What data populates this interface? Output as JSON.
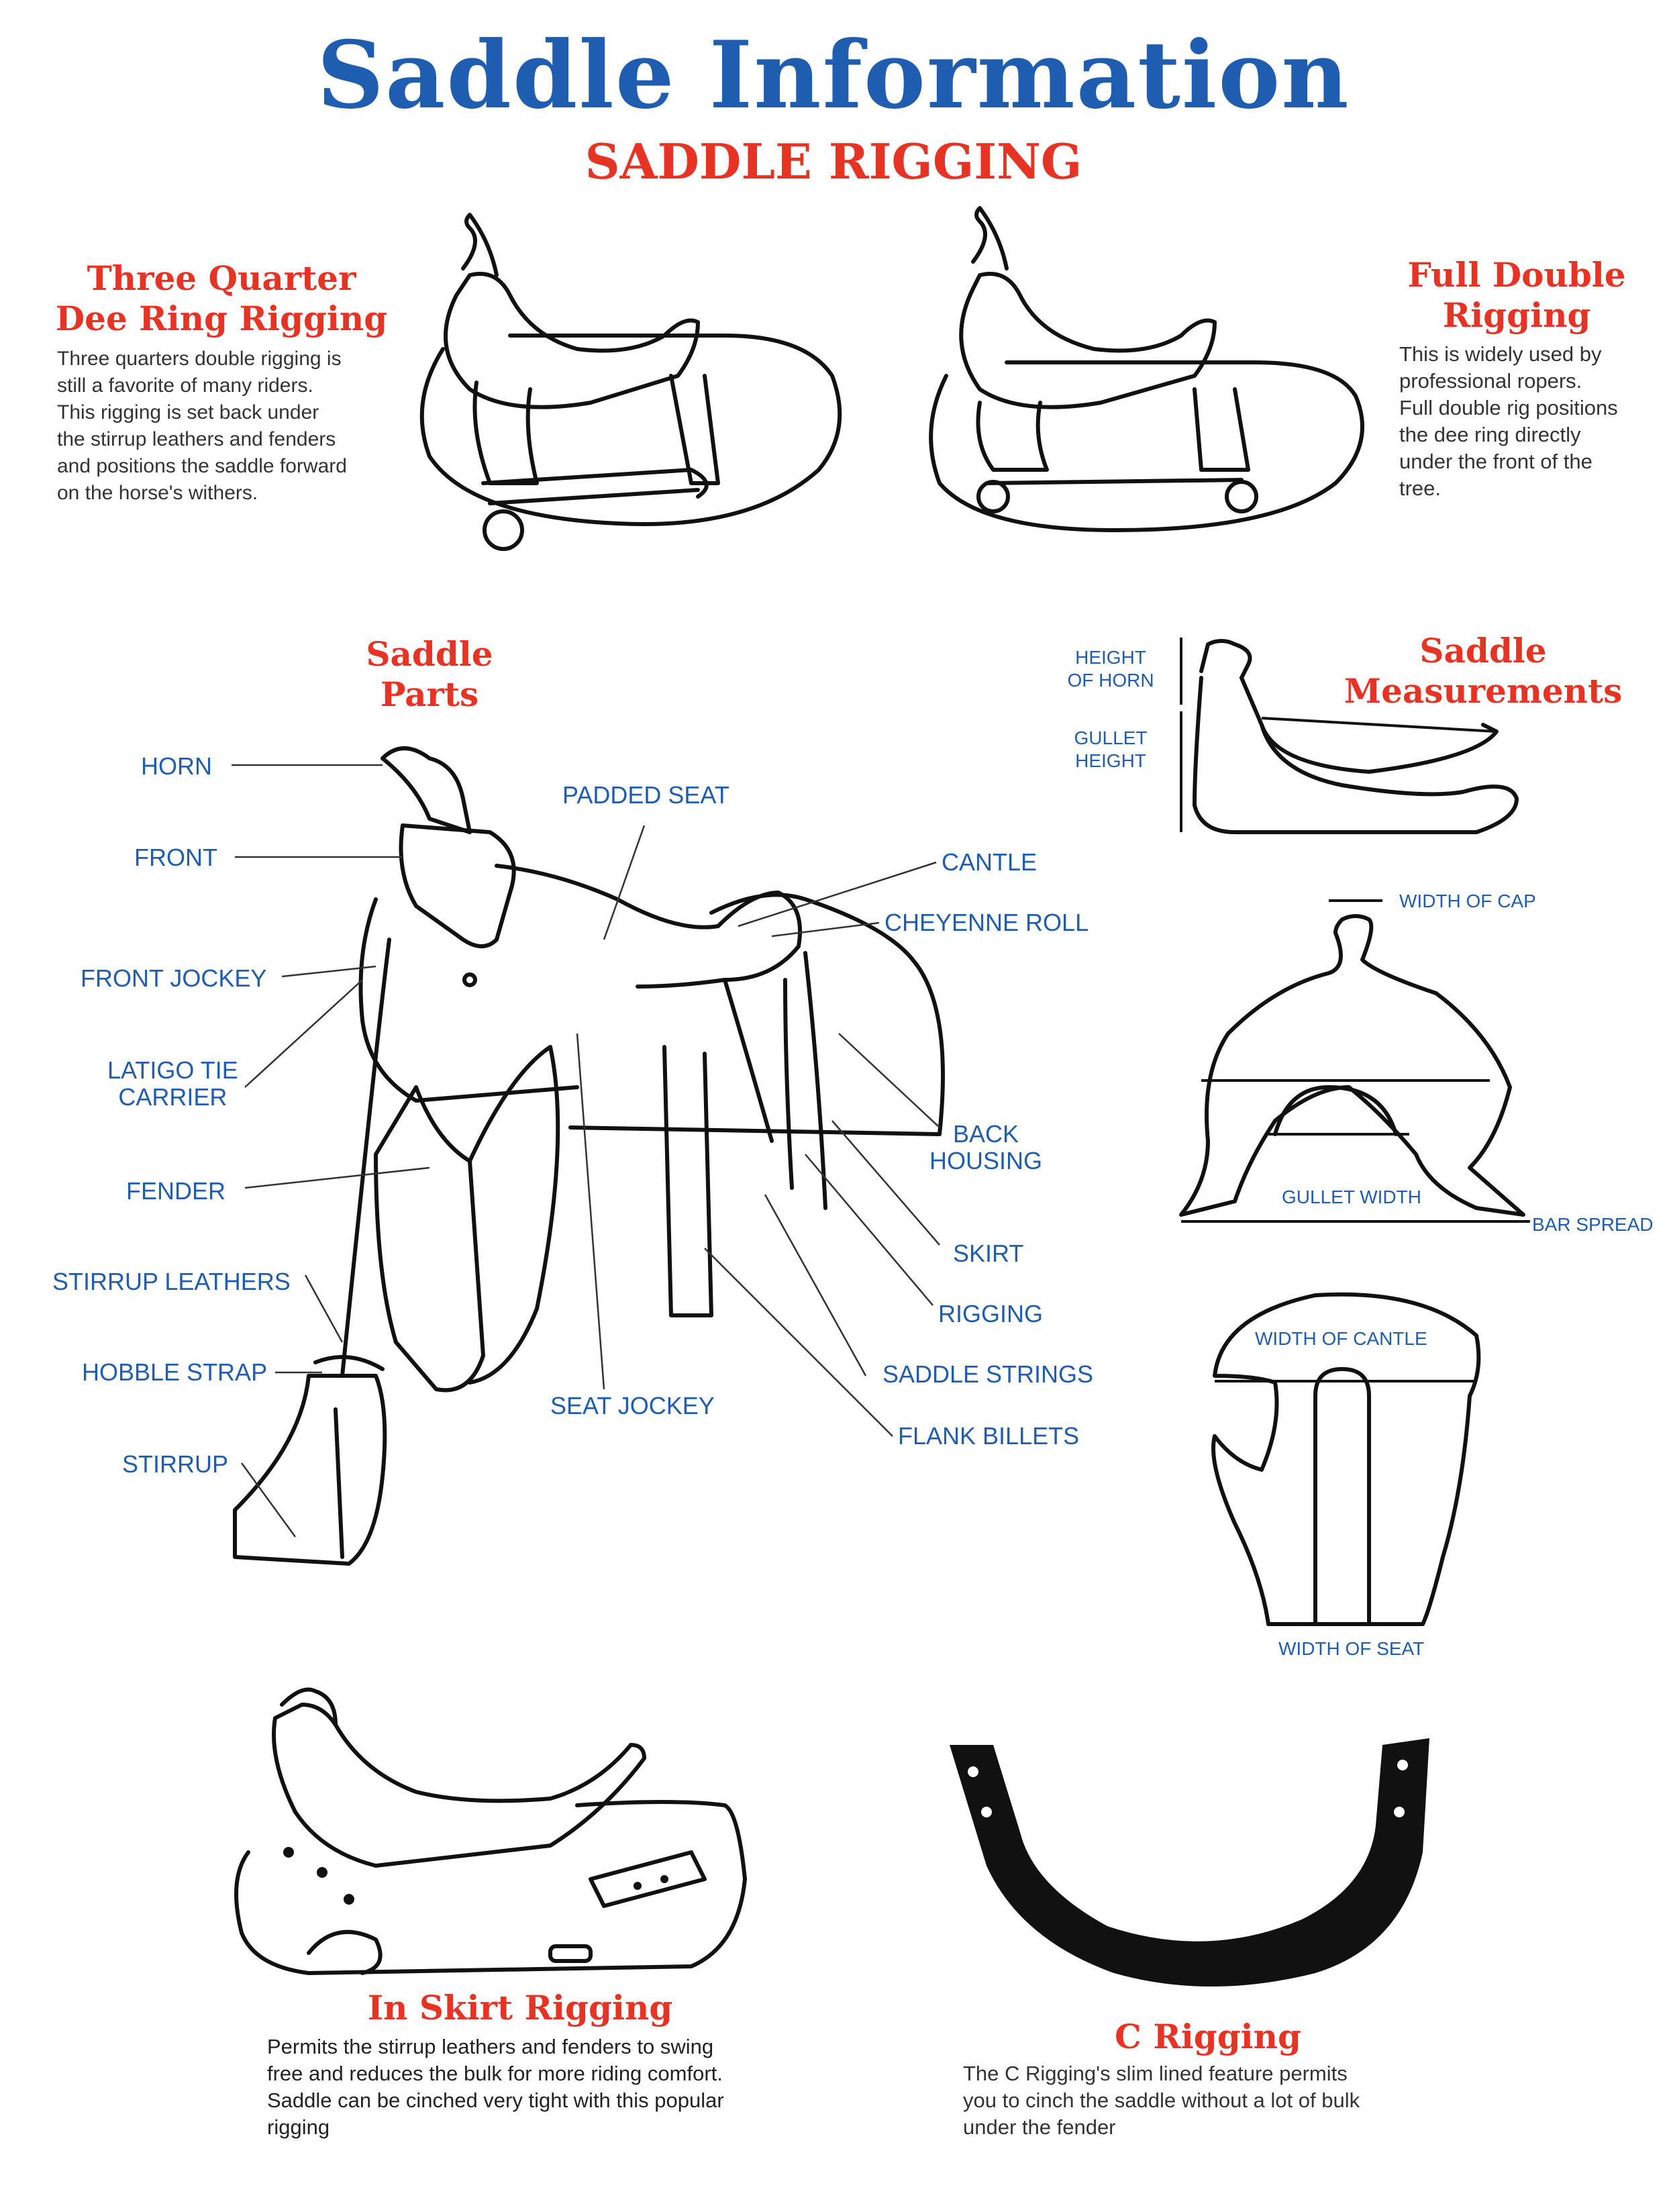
{
  "header": {
    "title": "Saddle Information",
    "subtitle": "SADDLE RIGGING"
  },
  "three_quarter": {
    "title_line1": "Three Quarter",
    "title_line2": "Dee Ring Rigging",
    "desc": [
      "Three quarters double rigging is",
      "still a favorite of many riders.",
      "This rigging is set back under",
      "the stirrup leathers and fenders",
      "and positions the saddle forward",
      "on the horse's withers."
    ]
  },
  "full_double": {
    "title_line1": "Full Double",
    "title_line2": "Rigging",
    "desc": [
      "This is widely used by",
      "professional ropers.",
      "Full double rig positions",
      "the dee ring directly",
      "under the front of the",
      "tree."
    ]
  },
  "saddle_parts": {
    "title_line1": "Saddle",
    "title_line2": "Parts",
    "labels": {
      "horn": "HORN",
      "front": "FRONT",
      "front_jockey": "FRONT JOCKEY",
      "latigo_1": "LATIGO TIE",
      "latigo_2": "CARRIER",
      "fender": "FENDER",
      "stirrup_leathers": "STIRRUP LEATHERS",
      "hobble_strap": "HOBBLE STRAP",
      "stirrup": "STIRRUP",
      "padded_seat": "PADDED SEAT",
      "seat_jockey": "SEAT JOCKEY",
      "cantle": "CANTLE",
      "cheyenne_roll": "CHEYENNE ROLL",
      "back_housing_1": "BACK",
      "back_housing_2": "HOUSING",
      "skirt": "SKIRT",
      "rigging": "RIGGING",
      "saddle_strings": "SADDLE STRINGS",
      "flank_billets": "FLANK BILLETS"
    }
  },
  "saddle_measurements": {
    "title_line1": "Saddle",
    "title_line2": "Measurements",
    "height_of_horn_1": "HEIGHT",
    "height_of_horn_2": "OF HORN",
    "gullet_height_1": "GULLET",
    "gullet_height_2": "HEIGHT",
    "width_of_cap": "WIDTH OF CAP",
    "gullet_width": "GULLET WIDTH",
    "bar_spread": "BAR SPREAD",
    "width_of_cantle": "WIDTH OF CANTLE",
    "width_of_seat": "WIDTH OF SEAT"
  },
  "in_skirt": {
    "title": "In Skirt Rigging",
    "desc": [
      "Permits the stirrup leathers and fenders to swing",
      "free and reduces the bulk for more riding comfort.",
      "Saddle can be cinched very tight with this popular",
      "rigging"
    ]
  },
  "c_rigging": {
    "title": "C Rigging",
    "desc": [
      "The C Rigging's slim lined feature permits",
      "you to cinch the  saddle without a lot of bulk",
      "under the fender"
    ]
  }
}
